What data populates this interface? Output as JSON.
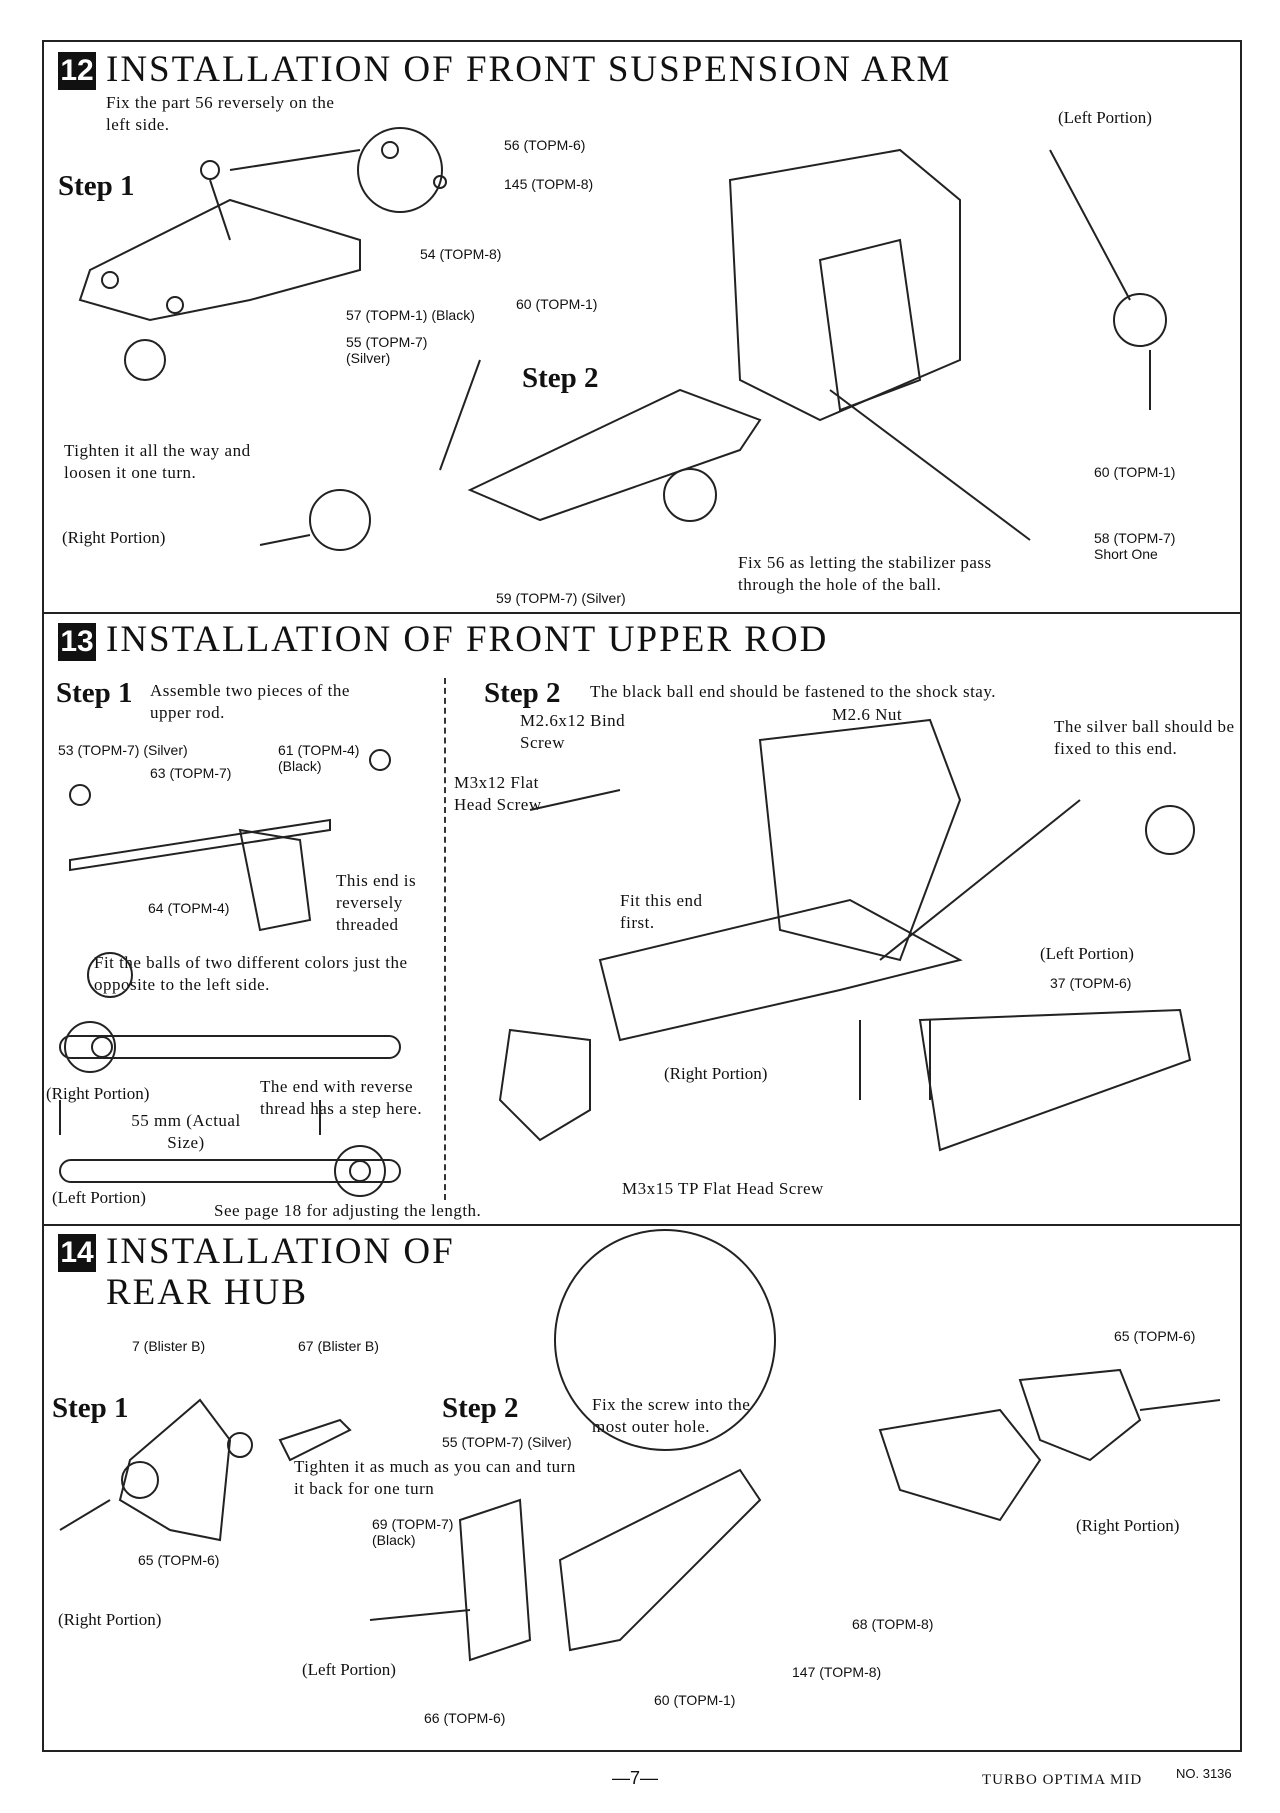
{
  "sections": [
    {
      "number": "12",
      "title": "INSTALLATION OF FRONT SUSPENSION ARM",
      "step1_label": "Step 1",
      "step2_label": "Step 2",
      "note_reverse": "Fix the part 56 reversely on the left side.",
      "note_tighten": "Tighten it all the way and loosen it one turn.",
      "note_fix56": "Fix 56 as letting the stabilizer pass through the hole of the ball.",
      "portion_left": "(Left Portion)",
      "portion_right": "(Right Portion)",
      "parts": [
        "56 (TOPM-6)",
        "145 (TOPM-8)",
        "54 (TOPM-8)",
        "57 (TOPM-1) (Black)",
        "55 (TOPM-7) (Silver)",
        "60 (TOPM-1)",
        "60 (TOPM-1)",
        "58 (TOPM-7) Short One",
        "59 (TOPM-7) (Silver)"
      ]
    },
    {
      "number": "13",
      "title": "INSTALLATION OF FRONT UPPER ROD",
      "step1_label": "Step 1",
      "step2_label": "Step 2",
      "note_assemble": "Assemble two pieces of the upper rod.",
      "note_black_ball": "The black ball end should be fastened to the shock stay.",
      "note_bind_screw": "M2.6x12 Bind Screw",
      "note_nut": "M2.6 Nut",
      "note_flat_head": "M3x12 Flat Head Screw",
      "note_silver_ball": "The silver ball should be fixed to this end.",
      "note_fit_first": "Fit this end first.",
      "note_reverse_thread": "This end is reversely threaded",
      "note_fit_balls": "Fit the balls of two different colors just the opposite to the left side.",
      "note_step_here": "The end with reverse thread has a step here.",
      "note_length": "55 mm (Actual Size)",
      "note_see_page": "See page 18 for adjusting the length.",
      "note_tp_screw": "M3x15 TP Flat Head Screw",
      "portion_left": "(Left Portion)",
      "portion_right": "(Right Portion)",
      "parts": [
        "53 (TOPM-7) (Silver)",
        "61 (TOPM-4) (Black)",
        "63 (TOPM-7)",
        "64 (TOPM-4)",
        "37 (TOPM-6)"
      ]
    },
    {
      "number": "14",
      "title_line1": "INSTALLATION OF",
      "title_line2": "REAR HUB",
      "step1_label": "Step 1",
      "step2_label": "Step 2",
      "note_fix_screw": "Fix the screw into the most outer hole.",
      "note_tighten": "Tighten it as much as you can and turn it back for one turn",
      "portion_left": "(Left Portion)",
      "portion_right": "(Right Portion)",
      "parts": [
        "7 (Blister B)",
        "67 (Blister B)",
        "65 (TOPM-6)",
        "55 (TOPM-7) (Silver)",
        "69 (TOPM-7) (Black)",
        "66 (TOPM-6)",
        "60 (TOPM-1)",
        "147 (TOPM-8)",
        "68 (TOPM-8)",
        "65 (TOPM-6)"
      ]
    }
  ],
  "footer": {
    "page_number": "—7—",
    "model": "TURBO OPTIMA MID",
    "model_no": "NO. 3136"
  }
}
